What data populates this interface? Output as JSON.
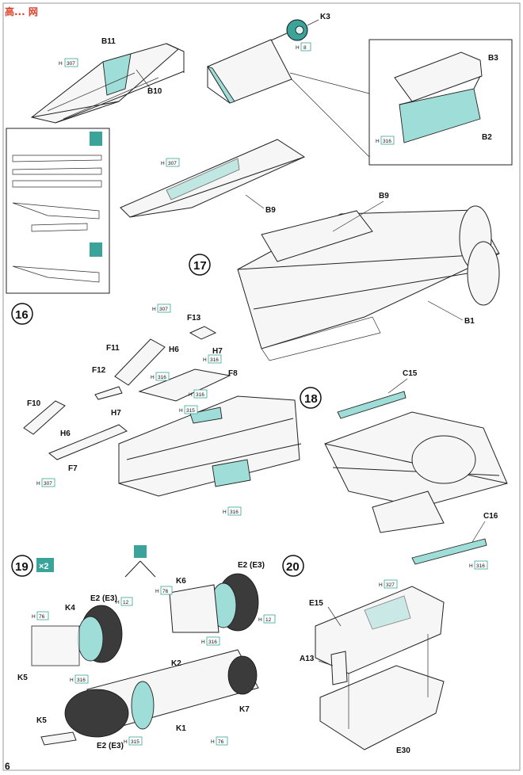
{
  "watermark": "高... 网",
  "page_number": "6",
  "steps": {
    "s16": "16",
    "s17": "17",
    "s18": "18",
    "s19": "19",
    "s19_multiplier": "×2",
    "s20": "20"
  },
  "parts": {
    "B11": "B11",
    "B10": "B10",
    "K3": "K3",
    "B3": "B3",
    "B2": "B2",
    "B9": "B9",
    "B9b": "B9",
    "B1": "B1",
    "F13": "F13",
    "F11": "F11",
    "H6a": "H6",
    "H7a": "H7",
    "F8": "F8",
    "F12": "F12",
    "F10": "F10",
    "H7b": "H7",
    "H6b": "H6",
    "F7": "F7",
    "C15": "C15",
    "C16": "C16",
    "K4": "K4",
    "K5a": "K5",
    "E2E3a": "E2 (E3)",
    "K6": "K6",
    "E2E3b": "E2 (E3)",
    "K2": "K2",
    "K7": "K7",
    "K1": "K1",
    "K5b": "K5",
    "E2E3c": "E2 (E3)",
    "E15": "E15",
    "A13": "A13",
    "E30": "E30"
  },
  "paints": {
    "h307": "307",
    "h8": "8",
    "h316": "316",
    "h315": "315",
    "h76": "76",
    "h12": "12",
    "h327": "327"
  },
  "paint_prefix": "H"
}
